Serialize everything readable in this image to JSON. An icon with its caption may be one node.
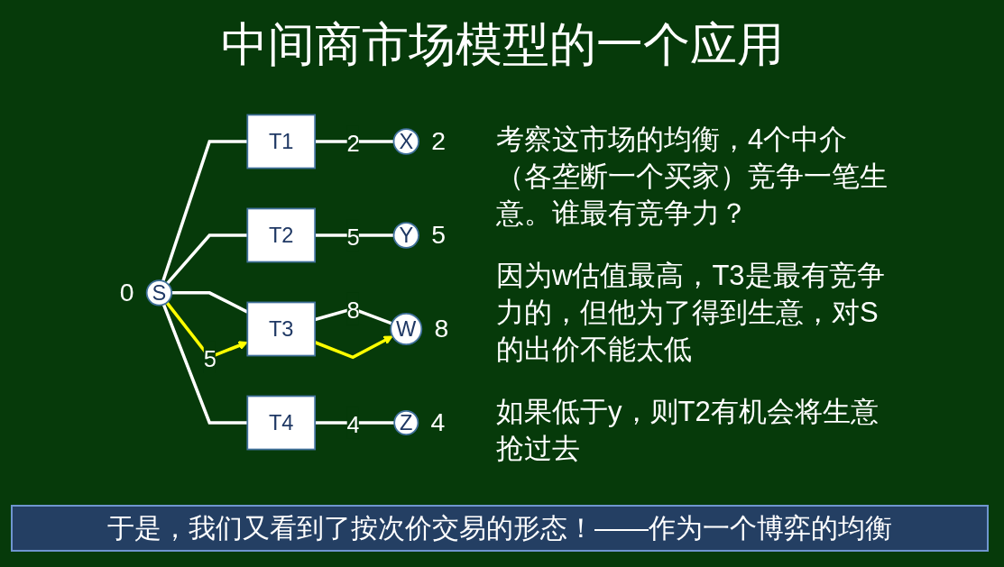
{
  "diagram": {
    "title": "中间商市场模型的一个应用",
    "caption": "于是，我们又看到了按次价交易的形态！——作为一个博弈的均衡",
    "nodes": [
      {
        "text": [
          "S"
        ],
        "beside": [
          "0"
        ]
      },
      {
        "text": [
          "T1"
        ]
      },
      {
        "text": [
          "T2"
        ]
      },
      {
        "text": [
          "T3"
        ]
      },
      {
        "text": [
          "T4"
        ]
      },
      {
        "text": [
          "X"
        ],
        "beside": [
          "2"
        ]
      },
      {
        "text": [
          "Y"
        ],
        "beside": [
          "5"
        ]
      },
      {
        "text": [
          "W"
        ],
        "beside": [
          "8"
        ]
      },
      {
        "text": [
          "Z"
        ],
        "beside": [
          "4"
        ]
      }
    ],
    "edges": [
      {
        "from": 0,
        "to": 1,
        "arrow": "none"
      },
      {
        "from": 0,
        "to": 2,
        "arrow": "none"
      },
      {
        "from": 0,
        "to": 3,
        "arrow": "none"
      },
      {
        "from": 0,
        "to": 4,
        "arrow": "none"
      },
      {
        "from": 1,
        "to": 5,
        "arrow": "none",
        "label": "2"
      },
      {
        "from": 2,
        "to": 6,
        "arrow": "none",
        "label": "5"
      },
      {
        "from": 3,
        "to": 7,
        "arrow": "none",
        "label": "8"
      },
      {
        "from": 4,
        "to": 8,
        "arrow": "none",
        "label": "4"
      },
      {
        "from": 0,
        "to": 3,
        "arrow": "to",
        "label": "5",
        "color": "#ffff00"
      },
      {
        "from": 3,
        "to": 7,
        "arrow": "to",
        "color": "#ffff00"
      }
    ],
    "labels": [
      "考察这市场的均衡，4个中介（各垄断一个买家）竞争一笔生意。谁最有竞争力？",
      "因为w估值最高，T3是最有竞争力的，但他为了得到生意，对S的出价不能太低",
      "如果低于y，则T2有机会将生意抢过去"
    ]
  }
}
